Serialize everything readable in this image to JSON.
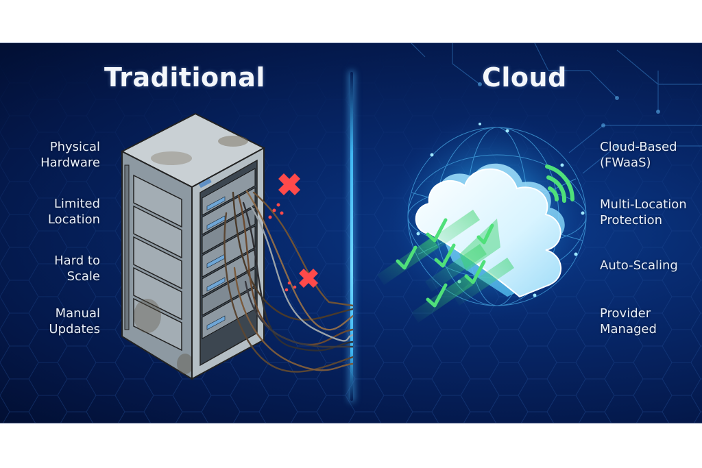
{
  "diagram": {
    "left_panel": {
      "title": "Traditional",
      "items": [
        {
          "line1": "Physical",
          "line2": "Hardware"
        },
        {
          "line1": "Limited",
          "line2": "Location"
        },
        {
          "line1": "Hard to",
          "line2": "Scale"
        },
        {
          "line1": "Manual",
          "line2": "Updates"
        }
      ],
      "illustration": "dusty-server-rack-with-tangled-cables",
      "status_icons": [
        "red-x-icon",
        "red-x-icon"
      ]
    },
    "right_panel": {
      "title": "Cloud",
      "items": [
        {
          "line1": "Cloud-Based",
          "line2": "(FWaaS)"
        },
        {
          "line1": "Multi-Location",
          "line2": "Protection"
        },
        {
          "line1": "Auto-Scaling",
          "line2": ""
        },
        {
          "line1": "Provider",
          "line2": "Managed"
        }
      ],
      "illustration": "glowing-cloud-over-network-globe",
      "status_icons": [
        "green-check-icon",
        "green-check-icon",
        "green-check-icon",
        "green-check-icon",
        "green-check-icon",
        "green-check-icon",
        "wifi-signal-icon"
      ]
    },
    "colors": {
      "background_dark": "#04184a",
      "background_light": "#0b3a8a",
      "divider": "#4fc6f7",
      "title_text": "#f4f7fb",
      "label_text": "#e8eef8",
      "negative": "#ff4a4a",
      "positive": "#4fe07a",
      "cloud_glow": "#7fe6ff"
    }
  }
}
